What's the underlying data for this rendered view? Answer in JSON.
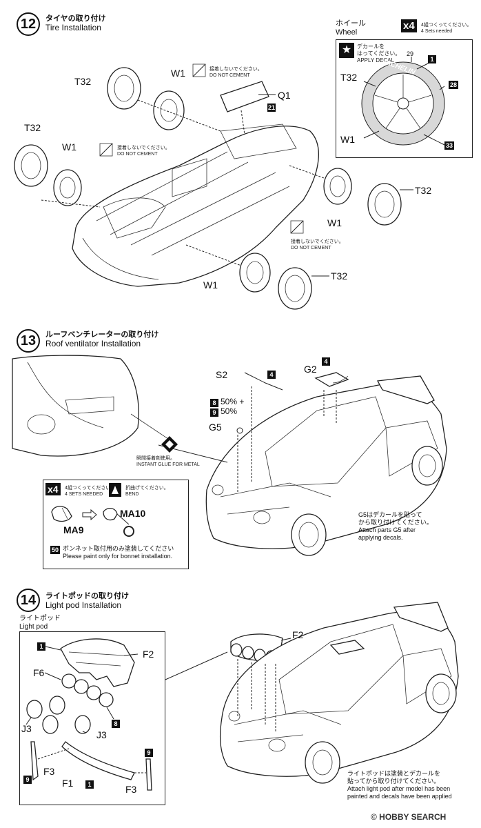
{
  "step12": {
    "number": "12",
    "title_jp": "タイヤの取り付け",
    "title_en": "Tire Installation",
    "wheel_box": {
      "title_jp": "ホイール",
      "title_en": "Wheel",
      "qty": "x4",
      "qty_jp": "4組つくってください。",
      "qty_en": "4 Sets needed",
      "decal_jp1": "デカールを",
      "decal_jp2": "はってください。",
      "decal_en": "APPLY DECAL",
      "labels": [
        "T32",
        "W1",
        "29",
        "1",
        "28",
        "33"
      ],
      "tire_text": "MICHELIN"
    },
    "labels": {
      "t32_a": "T32",
      "w1_a": "W1",
      "q1": "Q1",
      "n21": "21",
      "t32_b": "T32",
      "w1_b": "W1",
      "t32_c": "T32",
      "w1_c": "W1",
      "w1_d": "W1",
      "t32_d": "T32"
    },
    "no_cement_jp": "接着しないでください。",
    "no_cement_en": "DO NOT CEMENT"
  },
  "step13": {
    "number": "13",
    "title_jp": "ルーフベンチレーターの取り付け",
    "title_en": "Roof ventilator Installation",
    "labels": {
      "s2": "S2",
      "n4a": "4",
      "g2": "G2",
      "n4b": "4",
      "n8": "8",
      "pct8": "50% +",
      "n9": "9",
      "pct9": "50%",
      "g5": "G5"
    },
    "glue_jp": "瞬間接着剤使用。",
    "glue_en": "INSTANT GLUE FOR METAL",
    "note_jp1": "G5はデカールを貼って",
    "note_jp2": "から取り付けてください。",
    "note_en1": "Attach parts G5 after",
    "note_en2": "applying decals.",
    "subbox": {
      "qty": "x4",
      "qty_jp": "4組つくってください。",
      "qty_en": "4 SETS NEEDED",
      "bend_jp": "折曲げてください。",
      "bend_en": "BEND",
      "ma9": "MA9",
      "ma10": "MA10",
      "n50": "50",
      "paint_jp": "ボンネット取付用のみ塗装してください",
      "paint_en": "Please paint only for bonnet installation."
    }
  },
  "step14": {
    "number": "14",
    "title_jp": "ライトポッドの取り付け",
    "title_en": "Light pod Installation",
    "box_title_jp": "ライトポッド",
    "box_title_en": "Light pod",
    "labels": {
      "n1a": "1",
      "f2a": "F2",
      "f6": "F6",
      "n8": "8",
      "j3a": "J3",
      "j3b": "J3",
      "f3a": "F3",
      "n9a": "9",
      "f1": "F1",
      "n1b": "1",
      "n9b": "9",
      "f3b": "F3",
      "f2b": "F2"
    },
    "note_jp1": "ライトポッドは塗装とデカールを",
    "note_jp2": "貼ってから取り付けてください。",
    "note_en1": "Attach light pod after model has been",
    "note_en2": "painted and decals have been applied"
  },
  "watermark": "© HOBBY SEARCH"
}
